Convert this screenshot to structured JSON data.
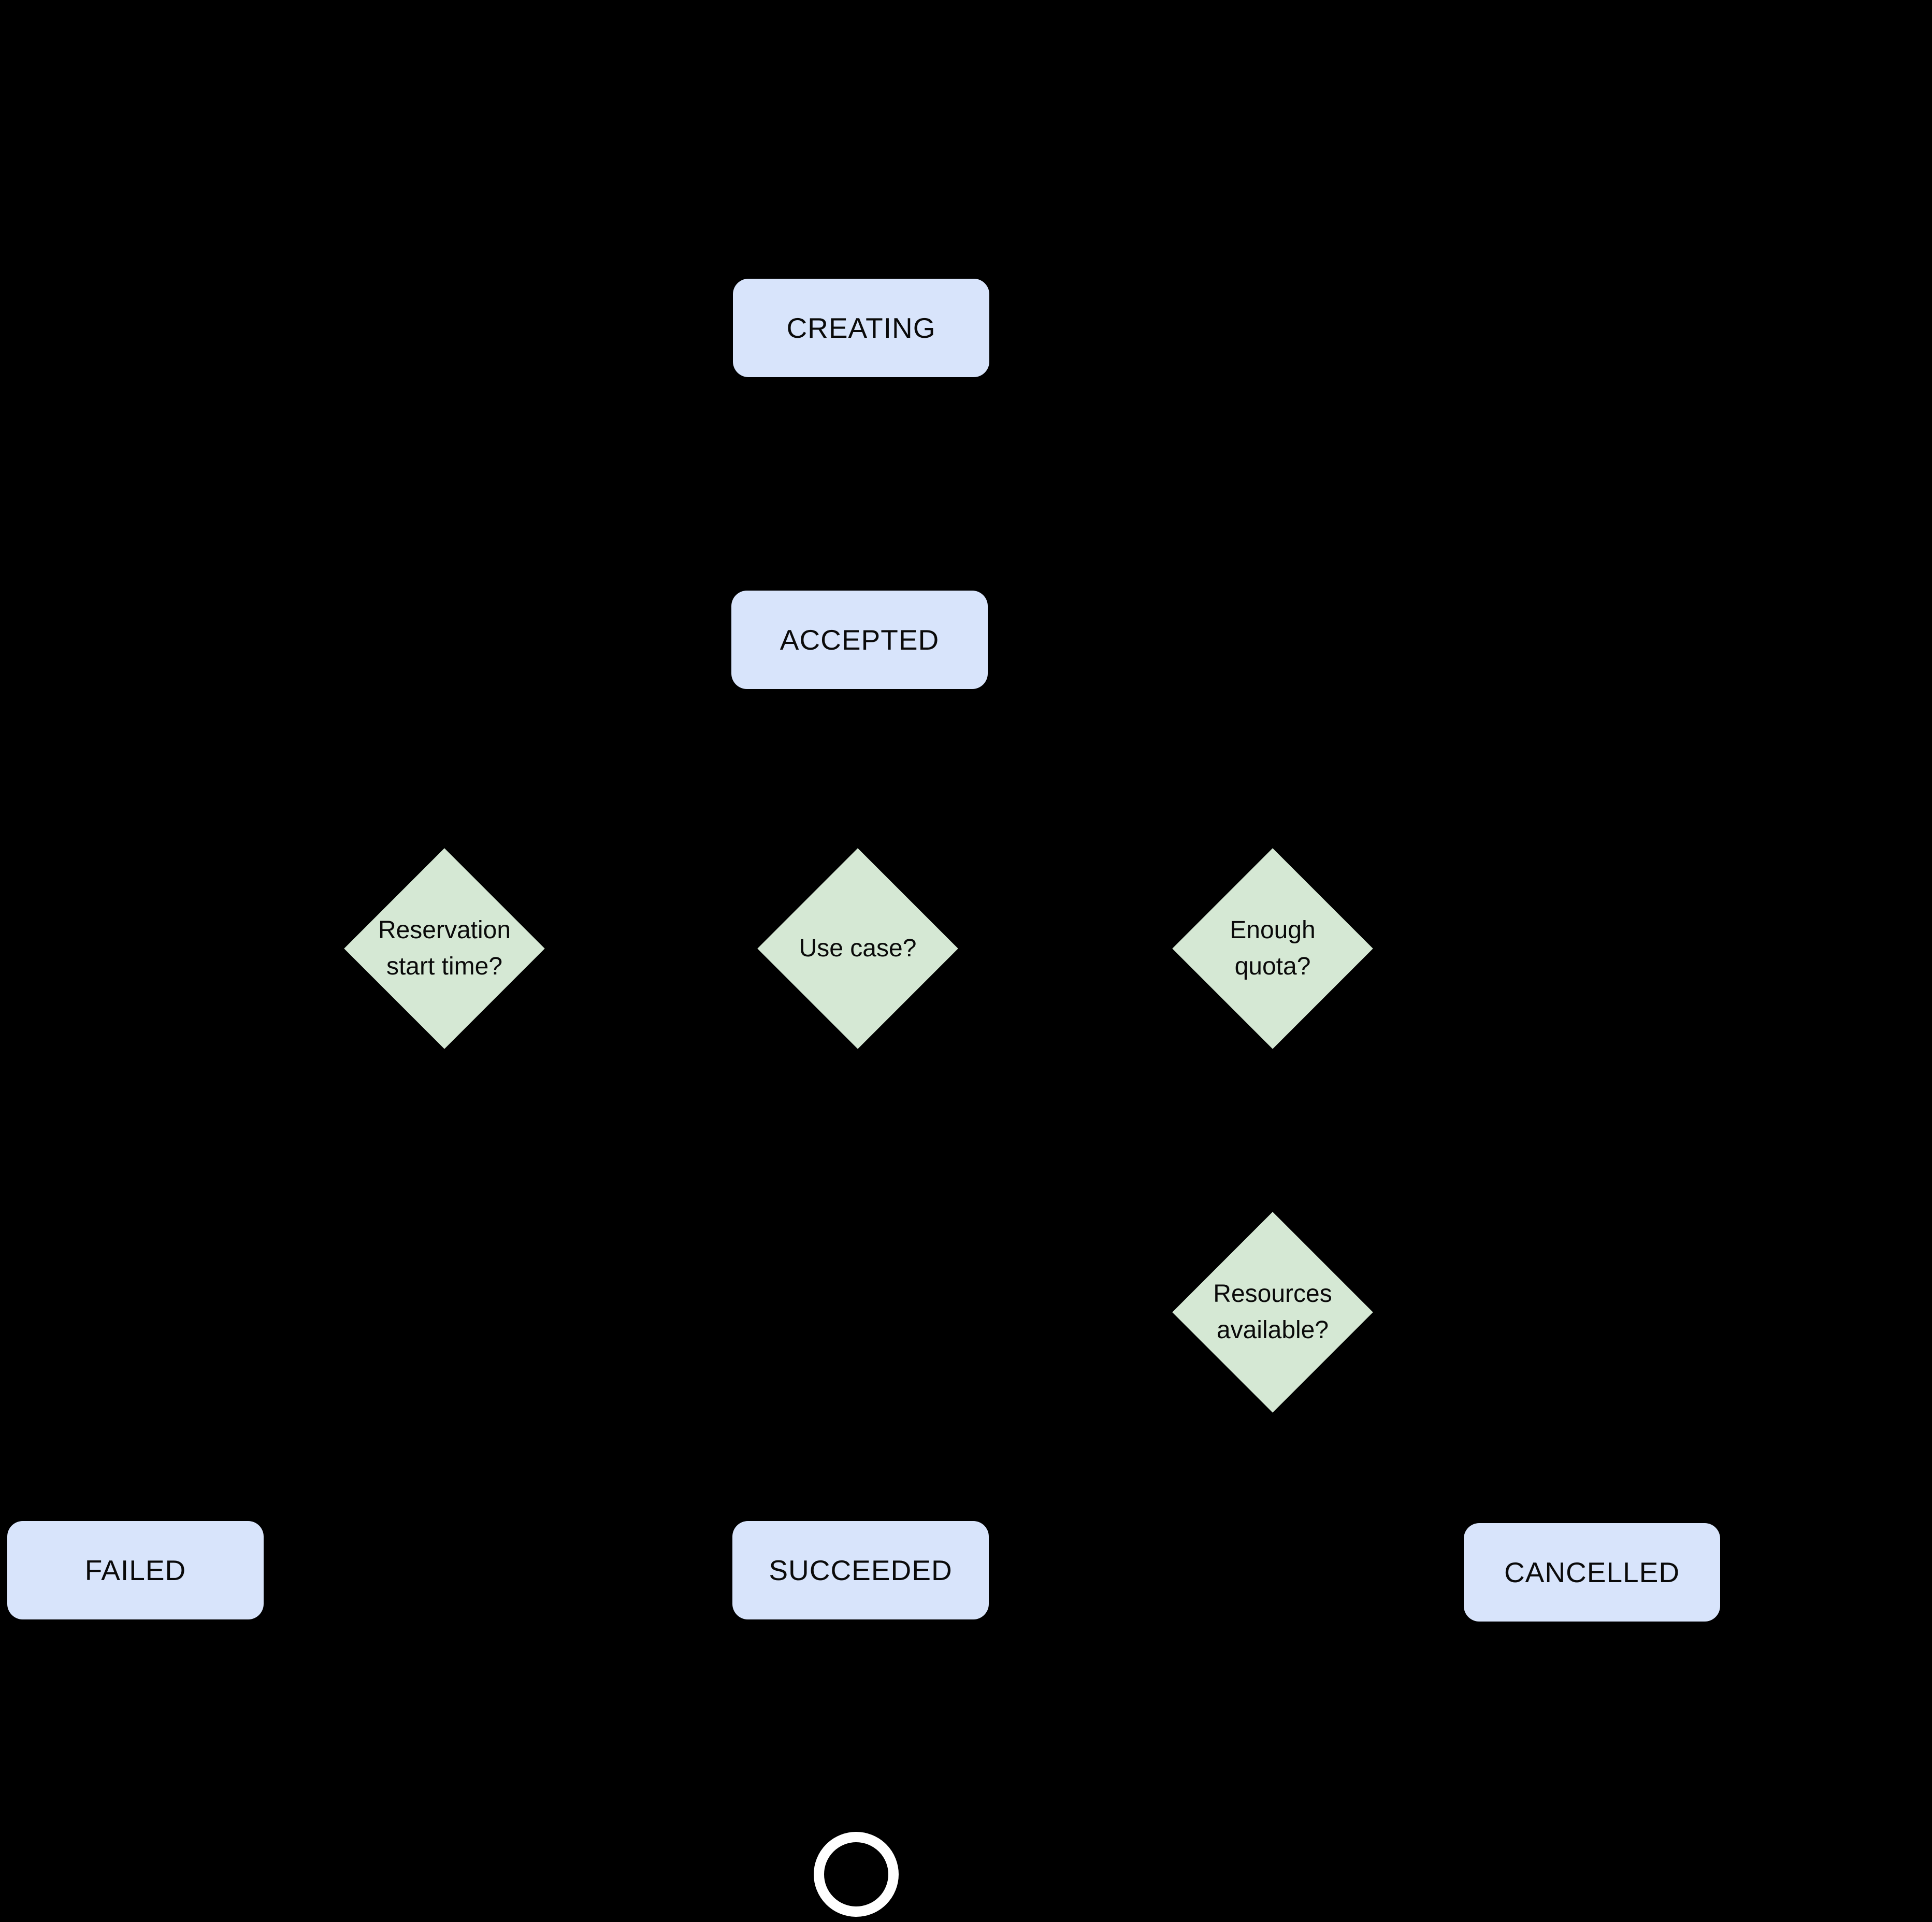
{
  "diagram": {
    "type": "state-flowchart",
    "background": "#000000",
    "states": {
      "creating": {
        "label": "CREATING"
      },
      "accepted": {
        "label": "ACCEPTED"
      },
      "failed": {
        "label": "FAILED"
      },
      "succeeded": {
        "label": "SUCCEEDED"
      },
      "cancelled": {
        "label": "CANCELLED"
      }
    },
    "decisions": {
      "reservation_start_time": {
        "line1": "Reservation",
        "line2": "start time?"
      },
      "use_case": {
        "line1": "Use case?"
      },
      "enough_quota": {
        "line1": "Enough",
        "line2": "quota?"
      },
      "resources_available": {
        "line1": "Resources",
        "line2": "available?"
      }
    },
    "end_marker": {
      "shape": "circle-outline"
    },
    "colors": {
      "state_fill": "#d8e4fb",
      "decision_fill": "#d5e8d4",
      "text": "#0a0a0a",
      "end_circle": "#ffffff",
      "background": "#000000"
    }
  }
}
